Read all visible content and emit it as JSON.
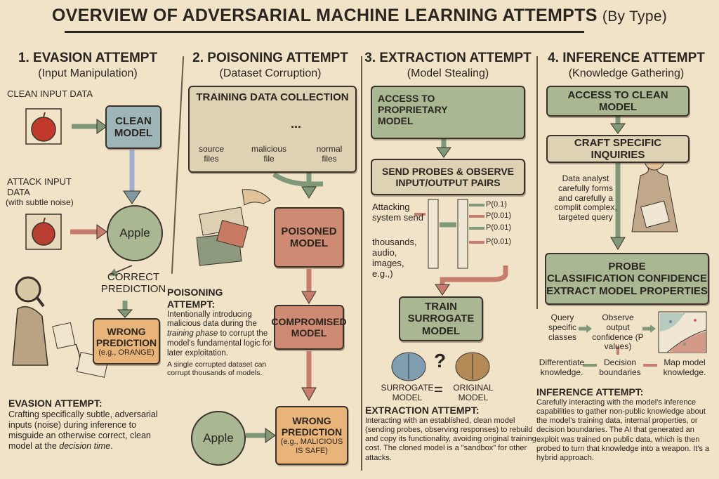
{
  "title": {
    "main": "OVERVIEW OF ADVERSARIAL MACHINE LEARNING ATTEMPTS",
    "sub": "(By Type)"
  },
  "col1": {
    "heading": "1. EVASION ATTEMPT",
    "subheading": "(Input Manipulation)",
    "clean_input_label": "CLEAN INPUT DATA",
    "clean_model": "CLEAN MODEL",
    "attack_input_label": "ATTACK INPUT DATA",
    "attack_input_note": "(with subtle noise)",
    "apple_circle": "Apple",
    "correct_prediction": "CORRECT PREDICTION",
    "wrong_prediction": "WRONG PREDICTION",
    "wrong_prediction_note": "(e.g., ORANGE)",
    "summary_title": "EVASION ATTEMPT:",
    "summary_text_a": "Crafting specifically subtle, adversarial inputs (noise) during inference to misguide an otherwise correct, clean model at the",
    "summary_text_em": "decision time",
    "summary_text_b": "."
  },
  "col2": {
    "heading": "2. POISONING ATTEMPT",
    "subheading": "(Dataset Corruption)",
    "collection_title": "TRAINING DATA COLLECTION",
    "files": [
      "source files",
      "malicious file",
      "normal files"
    ],
    "dots": "...",
    "poisoned_model": "POISONED MODEL",
    "compromised_model": "COMPROMISED MODEL",
    "apple_circle": "Apple",
    "wrong_prediction": "WRONG PREDICTION",
    "wrong_prediction_note": "(e.g., MALICIOUS IS SAFE)",
    "summary_title": "POISONING ATTEMPT:",
    "summary_text_a": "Intentionally introducing malicious data during the",
    "summary_text_em": "training phase",
    "summary_text_b": "to corrupt the model's fundamental logic for later exploitation.",
    "summary_text_c": "A single corrupted dataset can corrupt thousands of models."
  },
  "col3": {
    "heading": "3. EXTRACTION ATTEMPT",
    "subheading": "(Model Stealing)",
    "access_model": "ACCESS TO PROPRIETARY MODEL",
    "send_probes": "SEND PROBES & OBSERVE INPUT/OUTPUT PAIRS",
    "attacking_text": "Attacking system send",
    "attacking_examples": "thousands, audio, images, e.g.,)",
    "outputs": [
      "P(0.1)",
      "P(0.01)",
      "P(0.01)",
      "P(0.01)"
    ],
    "train_surrogate": "TRAIN SURROGATE MODEL",
    "surrogate_label": "SURROGATE MODEL",
    "equals": "=",
    "original_label": "ORIGINAL MODEL",
    "question": "?",
    "summary_title": "EXTRACTION ATTEMPT:",
    "summary_text": "Interacting with an established, clean model (sending probes, observing responses) to rebuild and copy its functionality, avoiding original training cost. The cloned model is a \"sandbox\" for other attacks."
  },
  "col4": {
    "heading": "4. INFERENCE ATTEMPT",
    "subheading": "(Knowledge Gathering)",
    "access_clean": "ACCESS TO CLEAN MODEL",
    "craft_inquiries": "CRAFT SPECIFIC INQUIRIES",
    "analyst_text": "Data analyst carefully forms and carefully a complit complex, targeted query",
    "probe_line1": "PROBE",
    "probe_line2": "CLASSIFICATION CONFIDENCE",
    "probe_line3": "EXTRACT MODEL PROPERTIES",
    "query_classes": "Query specific classes",
    "observe_output": "Observe output confidence (P values)",
    "differentiate": "Differentiate knowledge.",
    "decision_boundaries": "Decision boundaries",
    "map_model": "Map model knowledge.",
    "summary_title": "INFERENCE ATTEMPT:",
    "summary_text": "Carefully interacting with the model's inference capabilities to gather non-public knowledge about the model's training data, internal properties, or decision boundaries. The AI that generated an exploit was trained on public data, which is then probed to turn that knowledge into a weapon. It's a hybrid approach."
  },
  "colors": {
    "blue_box": "#9eb5b8",
    "green_box": "#a9b892",
    "red_box": "#cf8a74",
    "orange_box": "#e9b47a",
    "background": "#f1e3c8"
  }
}
